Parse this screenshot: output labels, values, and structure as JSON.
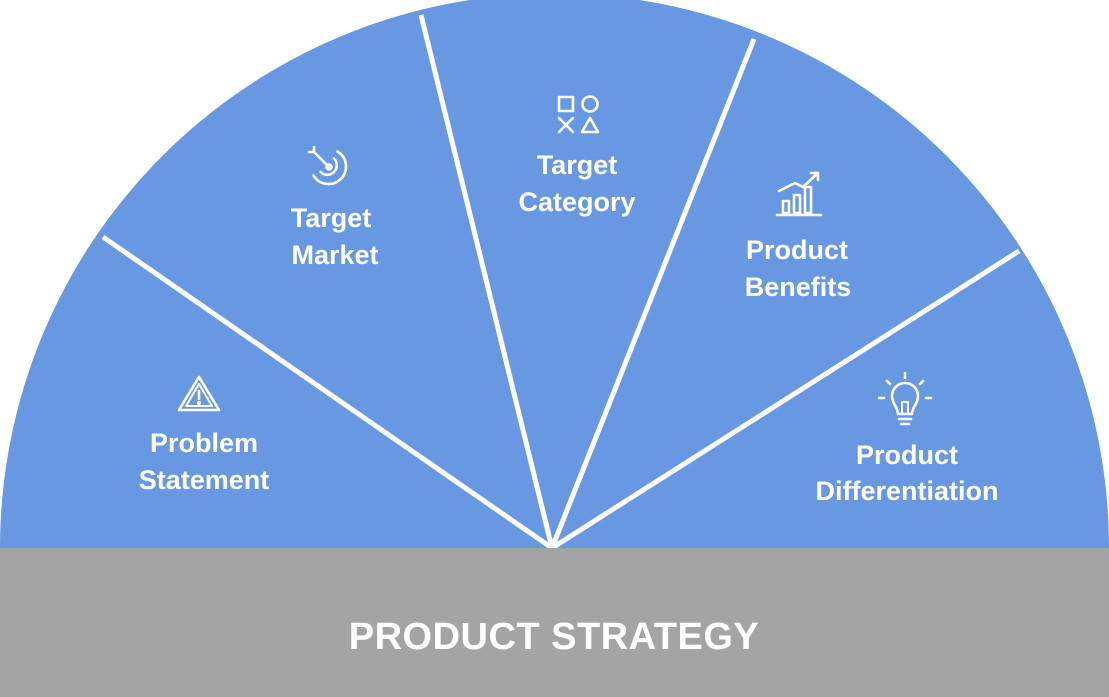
{
  "colors": {
    "segment": "#6798e1",
    "divider": "#ffffff",
    "base": "#a4a4a4",
    "text": "#ffffff"
  },
  "segments": [
    {
      "lines": [
        "Problem",
        "Statement"
      ],
      "icon": "warning-icon"
    },
    {
      "lines": [
        "Target",
        "Market"
      ],
      "icon": "target-icon"
    },
    {
      "lines": [
        "Target",
        "Category"
      ],
      "icon": "shapes-icon"
    },
    {
      "lines": [
        "Product",
        "Benefits"
      ],
      "icon": "growth-chart-icon"
    },
    {
      "lines": [
        "Product",
        "Differentiation"
      ],
      "icon": "lightbulb-icon"
    }
  ],
  "base": {
    "label": "PRODUCT STRATEGY"
  }
}
